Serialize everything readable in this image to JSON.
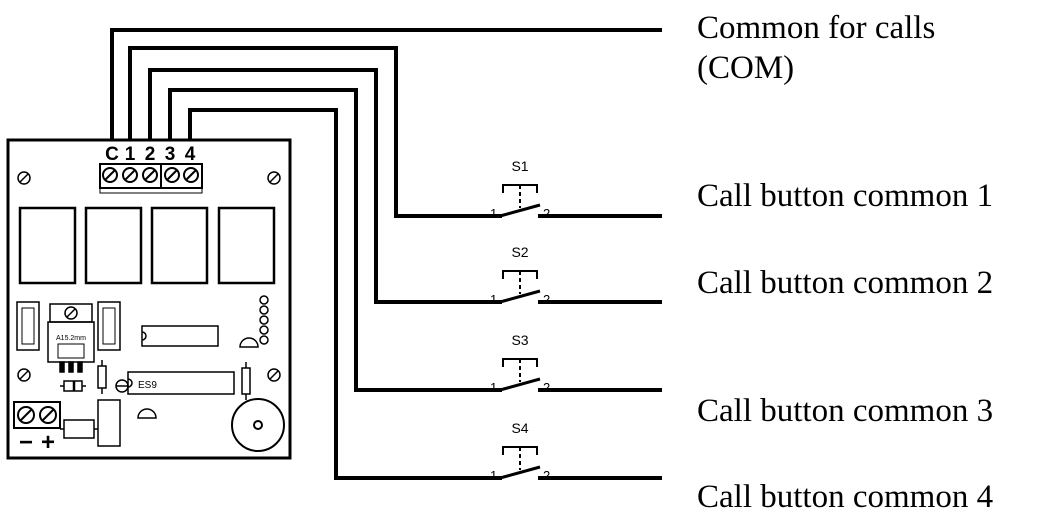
{
  "labels": {
    "common_line1": "Common for calls",
    "common_line2": "(COM)",
    "call1": "Call button common 1",
    "call2": "Call button common 2",
    "call3": "Call button common 3",
    "call4": "Call button common 4"
  },
  "board": {
    "terminals": [
      "C",
      "1",
      "2",
      "3",
      "4"
    ],
    "chip_label": "ES9",
    "regulator_label": "A15.2mm",
    "power_minus": "−",
    "power_plus": "+"
  },
  "switches": [
    {
      "name": "S1",
      "pin_a": "1",
      "pin_b": "2"
    },
    {
      "name": "S2",
      "pin_a": "1",
      "pin_b": "2"
    },
    {
      "name": "S3",
      "pin_a": "1",
      "pin_b": "2"
    },
    {
      "name": "S4",
      "pin_a": "1",
      "pin_b": "2"
    }
  ],
  "colors": {
    "line": "#000000",
    "background": "#ffffff"
  }
}
